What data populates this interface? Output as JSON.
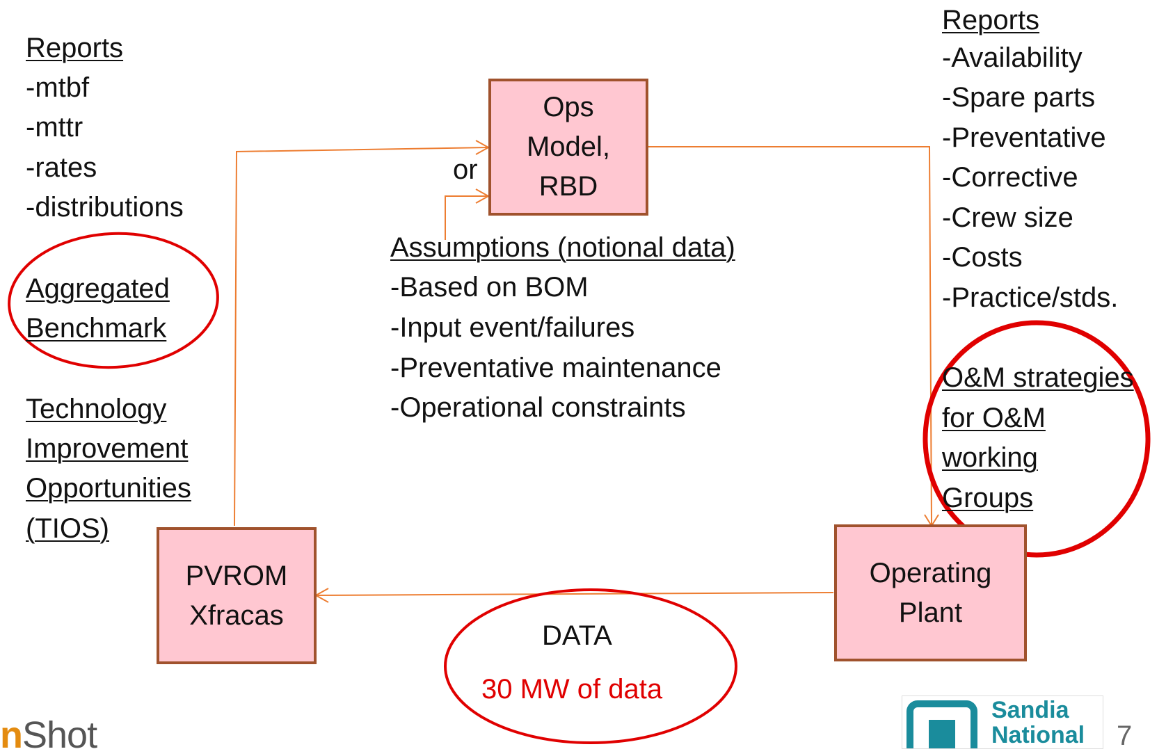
{
  "left_column": {
    "reports_heading": "Reports",
    "reports_items": [
      "-mtbf",
      "-mttr",
      "-rates",
      "-distributions"
    ],
    "aggregated_benchmark": [
      "Aggregated",
      "Benchmark"
    ],
    "tios": [
      "Technology",
      "Improvement",
      "Opportunities",
      "(TIOS)"
    ]
  },
  "ops_box": {
    "lines": [
      "Ops",
      "Model,",
      "RBD"
    ]
  },
  "or_label": "or",
  "assumptions": {
    "heading": "Assumptions (notional data)",
    "items": [
      "-Based on BOM",
      "-Input event/failures",
      "-Preventative maintenance",
      "-Operational constraints"
    ]
  },
  "right_column": {
    "reports_heading": "Reports",
    "reports_items": [
      "-Availability",
      "-Spare parts",
      "-Preventative",
      "-Corrective",
      "-Crew size",
      "-Costs",
      "-Practice/stds."
    ],
    "om_strategies": [
      "O&M strategies",
      "for O&M",
      "working",
      "Groups"
    ]
  },
  "pvrom_box": {
    "lines": [
      "PVROM",
      "Xfracas"
    ]
  },
  "operating_box": {
    "lines": [
      "Operating",
      "Plant"
    ]
  },
  "data_label": "DATA",
  "data_sub": "30 MW of data",
  "logo_left": {
    "lead": "n",
    "rest": "Shot"
  },
  "logo_sandia": {
    "lines": [
      "Sandia",
      "National"
    ]
  },
  "page_number": "7",
  "colors": {
    "box_fill": "#ffc7d1",
    "box_border": "#a0522d",
    "arrow": "#ed7d31",
    "highlight_circle": "#e00000",
    "data_sub_text": "#e00000",
    "sandia_teal": "#1a8c9c"
  }
}
